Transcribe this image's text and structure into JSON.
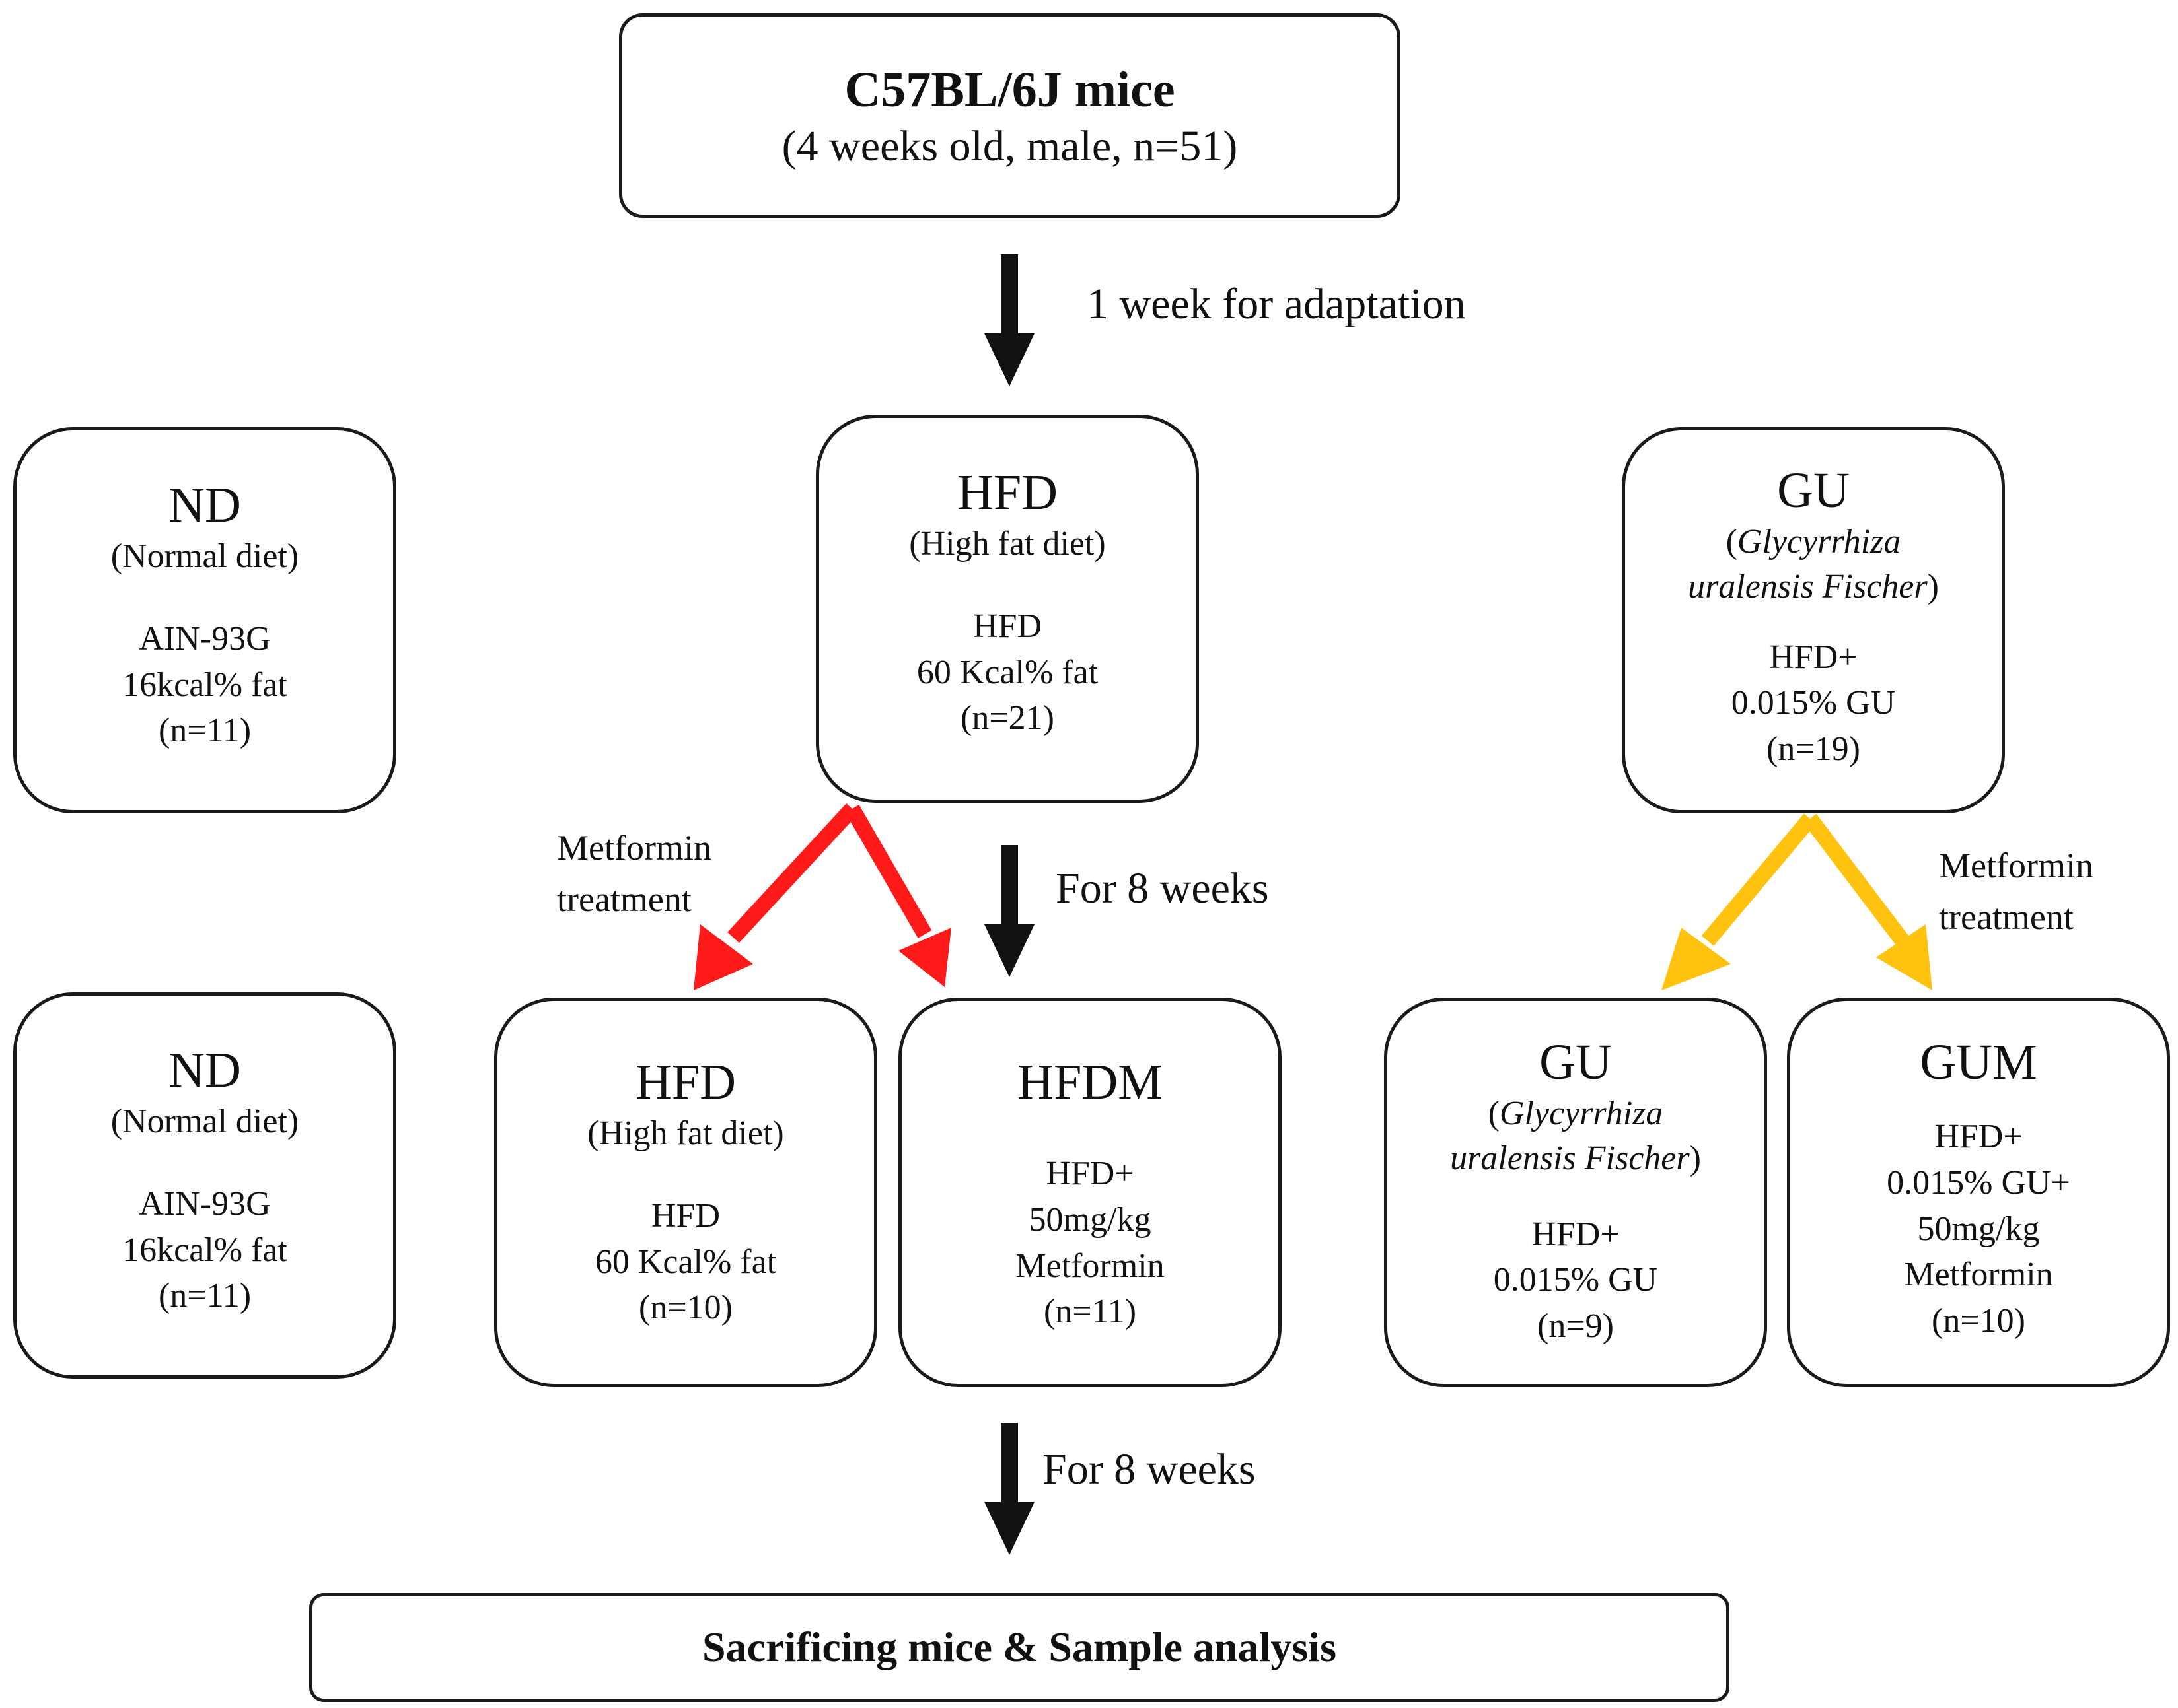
{
  "top": {
    "title": "C57BL/6J mice",
    "subtitle": "(4 weeks old, male, n=51)"
  },
  "adaptation_label": "1 week for adaptation",
  "phase1": {
    "nd": {
      "name": "ND",
      "desc": "(Normal diet)",
      "l1": "AIN-93G",
      "l2": "16kcal% fat",
      "n": "(n=11)"
    },
    "hfd": {
      "name": "HFD",
      "desc": "(High fat diet)",
      "l1": "HFD",
      "l2": "60 Kcal% fat",
      "n": "(n=21)"
    },
    "gu": {
      "name": "GU",
      "desc_open": "(",
      "desc_it1": "Glycyrrhiza",
      "desc_it2": "uralensis Fischer",
      "desc_close": ")",
      "l1": "HFD+",
      "l2": "0.015% GU",
      "n": "(n=19)"
    }
  },
  "metformin_left": {
    "l1": "Metformin",
    "l2": "treatment"
  },
  "metformin_right": {
    "l1": "Metformin",
    "l2": "treatment"
  },
  "weeks_label_1": "For 8 weeks",
  "phase2": {
    "nd": {
      "name": "ND",
      "desc": "(Normal diet)",
      "l1": "AIN-93G",
      "l2": "16kcal% fat",
      "n": "(n=11)"
    },
    "hfd": {
      "name": "HFD",
      "desc": "(High fat diet)",
      "l1": "HFD",
      "l2": "60 Kcal% fat",
      "n": "(n=10)"
    },
    "hfdm": {
      "name": "HFDM",
      "l1": "HFD+",
      "l2": "50mg/kg",
      "l3": "Metformin",
      "n": "(n=11)"
    },
    "gu": {
      "name": "GU",
      "desc_open": "(",
      "desc_it1": "Glycyrrhiza",
      "desc_it2": "uralensis Fischer",
      "desc_close": ")",
      "l1": "HFD+",
      "l2": "0.015% GU",
      "n": "(n=9)"
    },
    "gum": {
      "name": "GUM",
      "l1": "HFD+",
      "l2": "0.015% GU+",
      "l3": "50mg/kg",
      "l4": "Metformin",
      "n": "(n=10)"
    }
  },
  "weeks_label_2": "For 8 weeks",
  "final": {
    "label": "Sacrificing mice & Sample analysis"
  },
  "colors": {
    "black_arrow": "#111111",
    "red_arrow": "#ff1a1a",
    "yellow_arrow": "#ffc20e"
  }
}
